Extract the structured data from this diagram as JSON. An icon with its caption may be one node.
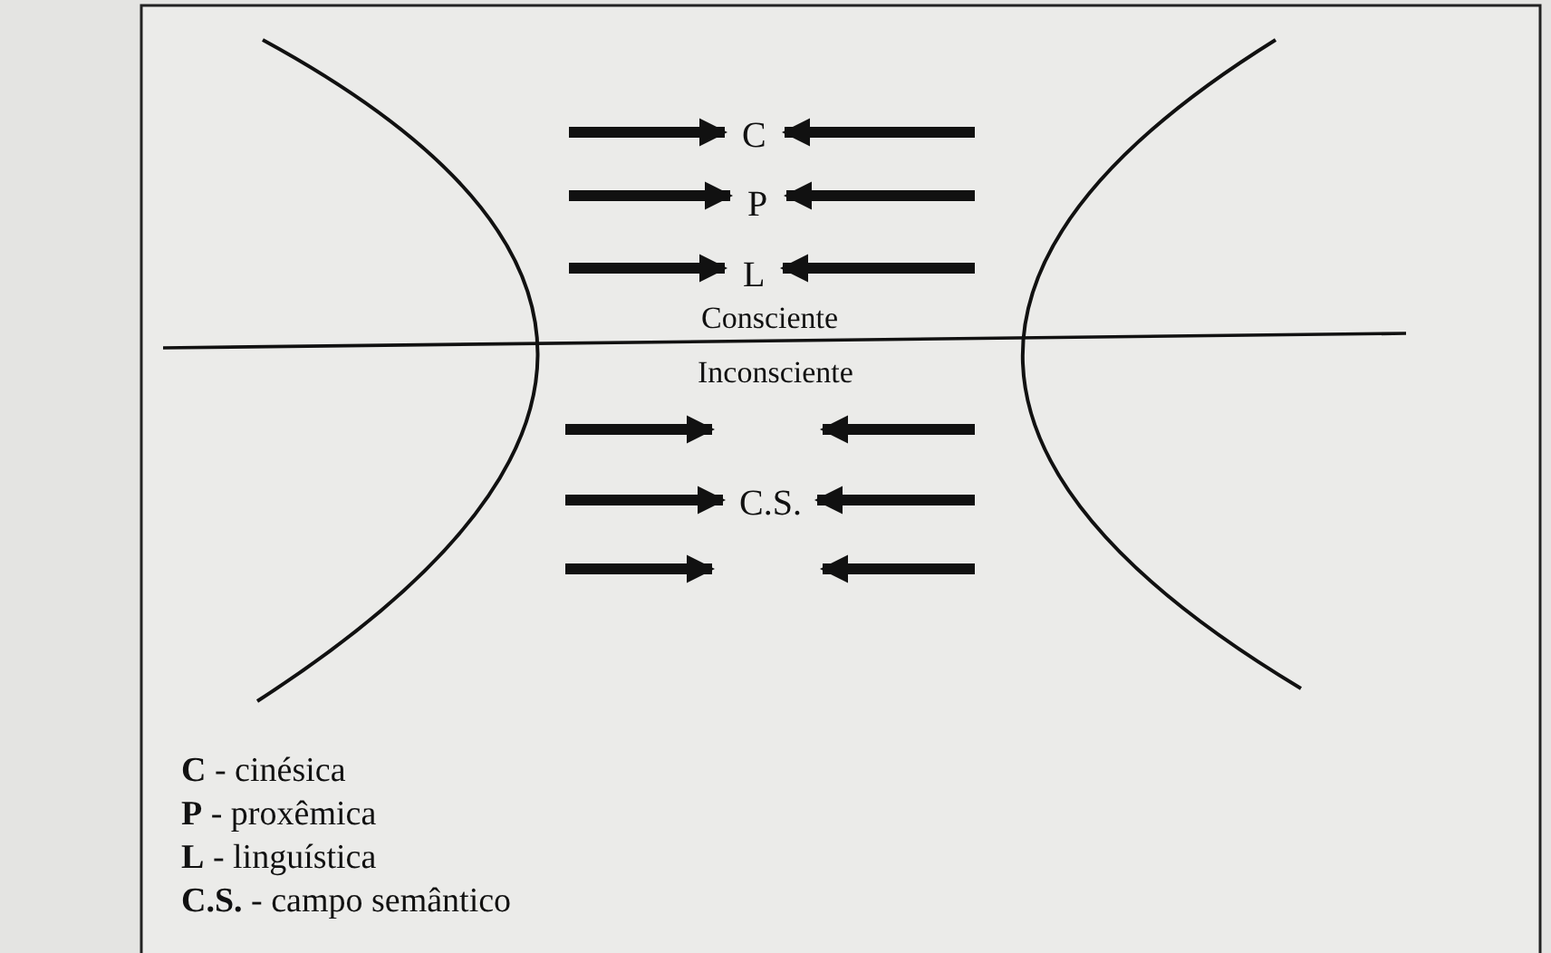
{
  "diagram": {
    "nodes": [
      {
        "text": [
          "C"
        ]
      },
      {
        "text": [
          "P"
        ]
      },
      {
        "text": [
          "L"
        ]
      },
      {
        "text": [
          "C.S."
        ]
      }
    ],
    "edges": [
      {
        "from": null,
        "to": 0,
        "arrow": "to"
      },
      {
        "from": null,
        "to": 0,
        "arrow": "to"
      },
      {
        "from": null,
        "to": 1,
        "arrow": "to"
      },
      {
        "from": null,
        "to": 1,
        "arrow": "to"
      },
      {
        "from": null,
        "to": 2,
        "arrow": "to"
      },
      {
        "from": null,
        "to": 2,
        "arrow": "to"
      },
      {
        "from": null,
        "to": 3,
        "arrow": "to"
      },
      {
        "from": null,
        "to": 3,
        "arrow": "to"
      },
      {
        "from": null,
        "to": 3,
        "arrow": "to"
      },
      {
        "from": null,
        "to": 3,
        "arrow": "to"
      },
      {
        "from": null,
        "to": 3,
        "arrow": "to"
      },
      {
        "from": null,
        "to": 3,
        "arrow": "to"
      }
    ],
    "labels": [
      "Consciente",
      "Inconsciente",
      "**C** - cinésica",
      "**P** - proxêmica",
      "**L** - linguística",
      "**C.S.** - campo semântico"
    ]
  }
}
